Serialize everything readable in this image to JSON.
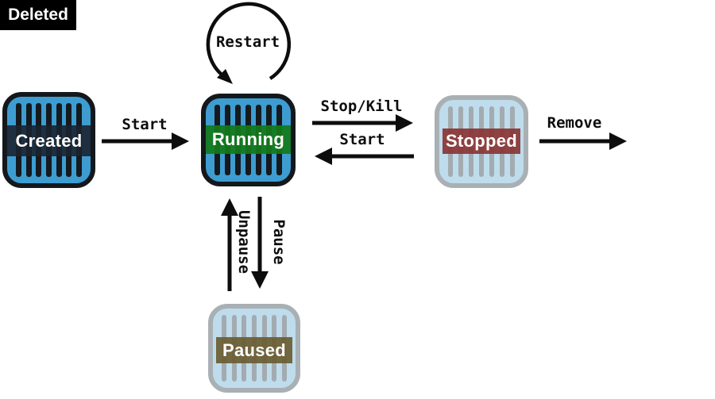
{
  "states": {
    "created": {
      "label": "Created"
    },
    "running": {
      "label": "Running"
    },
    "stopped": {
      "label": "Stopped"
    },
    "paused": {
      "label": "Paused"
    },
    "deleted": {
      "label": "Deleted"
    }
  },
  "transitions": {
    "start_from_created": {
      "label": "Start"
    },
    "restart": {
      "label": "Restart"
    },
    "stop_kill": {
      "label": "Stop/Kill"
    },
    "start_from_stopped": {
      "label": "Start"
    },
    "remove": {
      "label": "Remove"
    },
    "pause": {
      "label": "Pause"
    },
    "unpause": {
      "label": "Unpause"
    }
  },
  "colors": {
    "active_container_fill": "#3d9dd1",
    "active_container_border": "#14181c",
    "inactive_container_fill": "#bedcec",
    "inactive_container_border": "#a9b0b4",
    "created_band": "#1a2330",
    "running_band": "#147a1a",
    "stopped_band": "#8a3838",
    "paused_band": "#6a5e33",
    "deleted_bg": "#000000",
    "arrow": "#0d0d0d",
    "label_text": "#ffffff"
  }
}
